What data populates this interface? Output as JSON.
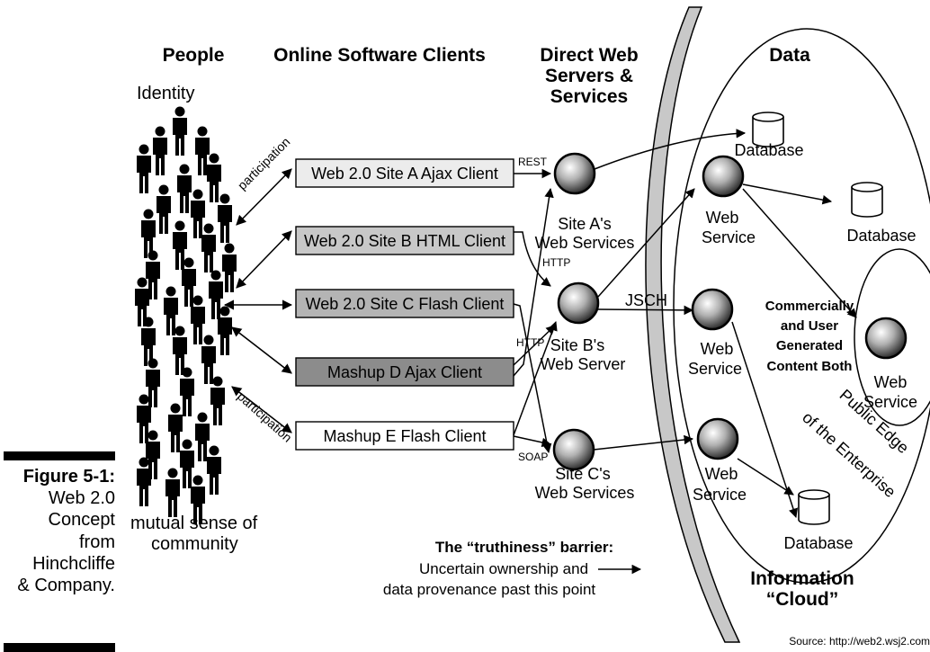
{
  "headers": {
    "people": "People",
    "clients": "Online Software Clients",
    "servers_line1": "Direct Web",
    "servers_line2": "Servers &",
    "servers_line3": "Services",
    "data": "Data"
  },
  "people": {
    "identity": "Identity",
    "community_line1": "mutual sense of",
    "community_line2": "community",
    "participation_top": "participation",
    "participation_bottom": "participation"
  },
  "clients": [
    {
      "label": "Web 2.0 Site A Ajax Client",
      "fill": "#ececec"
    },
    {
      "label": "Web 2.0 Site B HTML Client",
      "fill": "#c8c8c8"
    },
    {
      "label": "Web 2.0 Site C Flash Client",
      "fill": "#b4b4b4"
    },
    {
      "label": "Mashup D Ajax Client",
      "fill": "#8c8c8c"
    },
    {
      "label": "Mashup E Flash Client",
      "fill": "#ffffff"
    }
  ],
  "protocols": {
    "rest": "REST",
    "http_top": "HTTP",
    "http_mid": "HTTP",
    "soap": "SOAP",
    "jsch": "JSCH"
  },
  "servers": {
    "a_line1": "Site A's",
    "a_line2": "Web Services",
    "b_line1": "Site B's",
    "b_line2": "Web Server",
    "c_line1": "Site C's",
    "c_line2": "Web Services"
  },
  "cloud": {
    "database_top": "Database",
    "database_right": "Database",
    "database_bottom": "Database",
    "ws_line1": "Web",
    "ws_line2": "Service",
    "commercial_line1": "Commercially",
    "commercial_line2": "and User",
    "commercial_line3": "Generated",
    "commercial_line4": "Content Both",
    "edge_line1": "Public Edge",
    "edge_line2": "of the Enterprise",
    "cloud_line1": "Information",
    "cloud_line2": "“Cloud”"
  },
  "barrier": {
    "title": "The “truthiness” barrier:",
    "line1": "Uncertain ownership and",
    "line2": "data provenance past this point"
  },
  "caption": {
    "label": "Figure 5-1:",
    "line1": "Web 2.0",
    "line2": "Concept",
    "line3": "from",
    "line4": "Hinchcliffe",
    "line5": "& Company."
  },
  "source": "Source: http://web2.wsj2.com"
}
